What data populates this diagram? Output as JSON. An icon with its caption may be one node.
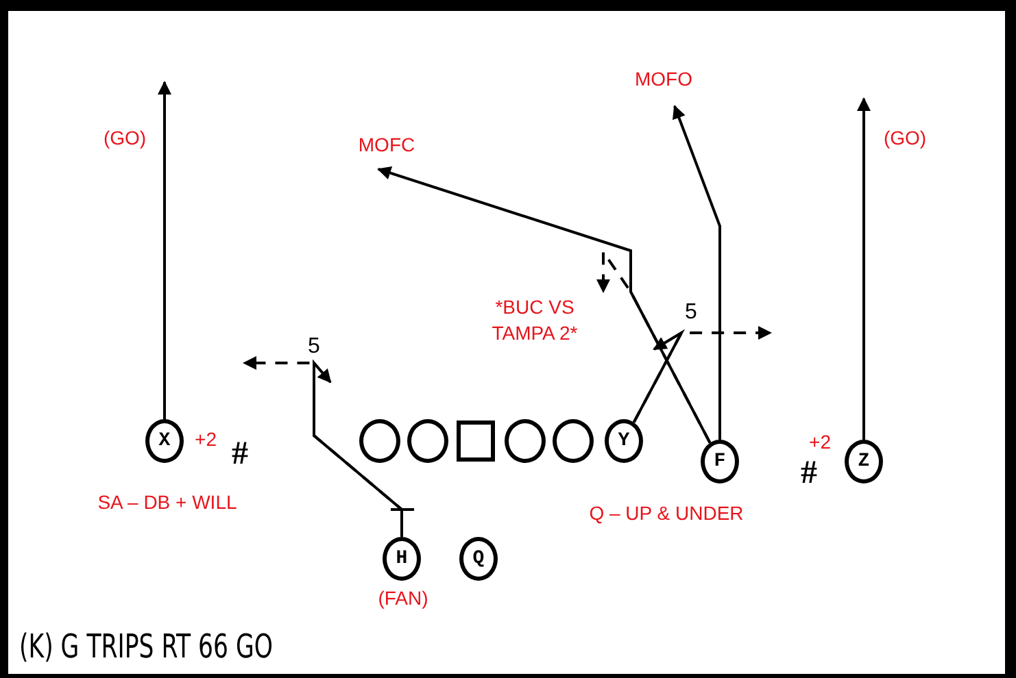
{
  "diagram": {
    "title": "(K) G TRIPS RT 66 GO",
    "nodes": [
      {
        "text": [
          "MOFO"
        ]
      },
      {
        "text": [
          "MOFC"
        ]
      },
      {
        "text": [
          "*BUC VS TAMPA 2*"
        ]
      },
      {
        "text": [
          "X"
        ],
        "beside": [
          "+2"
        ]
      },
      {
        "text": [],
        "shape": "circle"
      },
      {
        "text": [],
        "shape": "circle"
      },
      {
        "text": [],
        "shape": "box"
      },
      {
        "text": [],
        "shape": "circle"
      },
      {
        "text": [],
        "shape": "circle"
      },
      {
        "text": [
          "Y"
        ]
      },
      {
        "text": [
          "F"
        ]
      },
      {
        "text": [
          "Z"
        ],
        "beside": [
          "+2"
        ]
      },
      {
        "text": [
          "H"
        ],
        "beside": [
          "(FAN)"
        ]
      },
      {
        "text": [
          "Q"
        ]
      }
    ],
    "edges": [
      {
        "from": 3,
        "to": null,
        "arrow": "to"
      },
      {
        "from": 12,
        "to": null,
        "arrow": "to",
        "style": "dashed"
      },
      {
        "from": 12,
        "to": null,
        "arrow": "to"
      },
      {
        "from": 9,
        "to": null,
        "arrow": "to",
        "style": "dashed"
      },
      {
        "from": 9,
        "to": null,
        "arrow": "to"
      },
      {
        "from": 10,
        "to": 2,
        "arrow": "to",
        "style": "dashed"
      },
      {
        "from": 10,
        "to": 1,
        "arrow": "to"
      },
      {
        "from": 10,
        "to": 0,
        "arrow": "to"
      },
      {
        "from": 11,
        "to": null,
        "arrow": "to"
      }
    ],
    "labels": [
      "(GO)",
      "(GO)",
      "5",
      "5",
      "#",
      "#",
      "SA – DB + WILL",
      "Q – UP & UNDER"
    ]
  }
}
